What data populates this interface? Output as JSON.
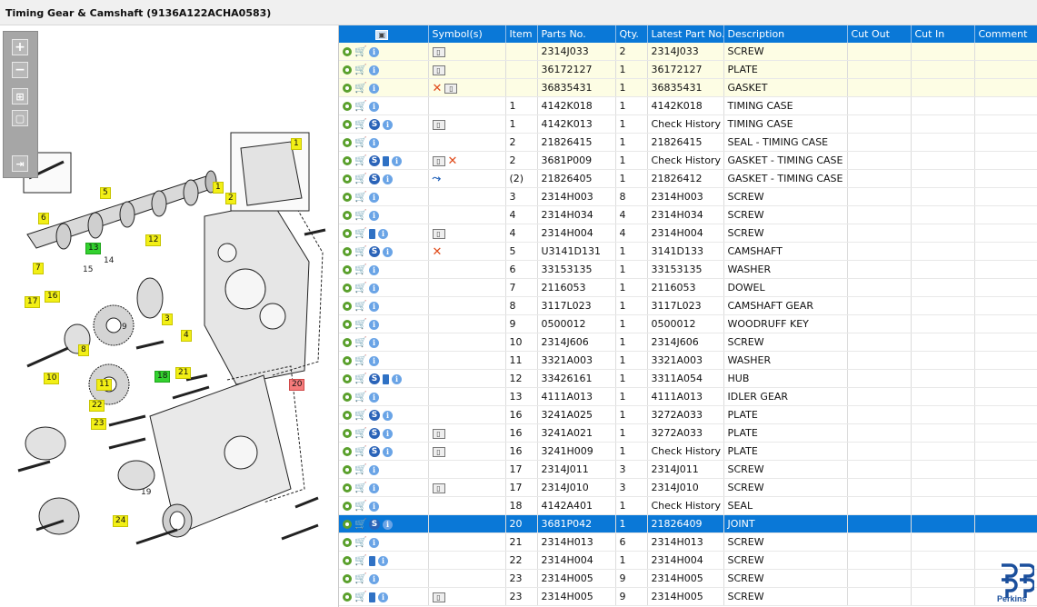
{
  "title": "Timing Gear & Camshaft (9136A122ACHA0583)",
  "toolbar": {
    "zoom_in": "+",
    "zoom_out": "−",
    "fit": "⊞",
    "reset": "▢",
    "export": "⇥"
  },
  "diagram_labels": [
    {
      "text": "1",
      "style": "y"
    },
    {
      "text": "1",
      "style": "y"
    },
    {
      "text": "2",
      "style": "y"
    },
    {
      "text": "3",
      "style": "y"
    },
    {
      "text": "4",
      "style": "y"
    },
    {
      "text": "5",
      "style": "y"
    },
    {
      "text": "6",
      "style": "y"
    },
    {
      "text": "7",
      "style": "y"
    },
    {
      "text": "8",
      "style": "y"
    },
    {
      "text": "9",
      "style": "y"
    },
    {
      "text": "10",
      "style": "y"
    },
    {
      "text": "11",
      "style": "y"
    },
    {
      "text": "12",
      "style": "y"
    },
    {
      "text": "13",
      "style": "g"
    },
    {
      "text": "14",
      "style": "n"
    },
    {
      "text": "15",
      "style": "n"
    },
    {
      "text": "16",
      "style": "y"
    },
    {
      "text": "17",
      "style": "y"
    },
    {
      "text": "18",
      "style": "g"
    },
    {
      "text": "19",
      "style": "n"
    },
    {
      "text": "20",
      "style": "r"
    },
    {
      "text": "21",
      "style": "y"
    },
    {
      "text": "22",
      "style": "y"
    },
    {
      "text": "23",
      "style": "y"
    },
    {
      "text": "24",
      "style": "y"
    }
  ],
  "columns": [
    "",
    "Symbol(s)",
    "Item",
    "Parts No.",
    "Qty.",
    "Latest Part No.",
    "Description",
    "Cut Out",
    "Cut In",
    "Comment"
  ],
  "rows": [
    {
      "hl": true,
      "sel": false,
      "icons": "g c i",
      "sym": "d",
      "item": "",
      "part": "2314J033",
      "qty": "2",
      "latest": "2314J033",
      "desc": "SCREW"
    },
    {
      "hl": true,
      "sel": false,
      "icons": "g c i",
      "sym": "d",
      "item": "",
      "part": "36172127",
      "qty": "1",
      "latest": "36172127",
      "desc": "PLATE"
    },
    {
      "hl": true,
      "sel": false,
      "icons": "g c i",
      "sym": "x d",
      "item": "",
      "part": "36835431",
      "qty": "1",
      "latest": "36835431",
      "desc": "GASKET"
    },
    {
      "hl": false,
      "sel": false,
      "icons": "g c i",
      "sym": "",
      "item": "1",
      "part": "4142K018",
      "qty": "1",
      "latest": "4142K018",
      "desc": "TIMING CASE"
    },
    {
      "hl": false,
      "sel": false,
      "icons": "g c s i",
      "sym": "d",
      "item": "1",
      "part": "4142K013",
      "qty": "1",
      "latest": "Check History",
      "desc": "TIMING CASE"
    },
    {
      "hl": false,
      "sel": false,
      "icons": "g c i",
      "sym": "",
      "item": "2",
      "part": "21826415",
      "qty": "1",
      "latest": "21826415",
      "desc": "SEAL - TIMING CASE"
    },
    {
      "hl": false,
      "sel": false,
      "icons": "g c s b i",
      "sym": "d x",
      "item": "2",
      "part": "3681P009",
      "qty": "1",
      "latest": "Check History",
      "desc": "GASKET - TIMING CASE"
    },
    {
      "hl": false,
      "sel": false,
      "icons": "g c s i",
      "sym": "a",
      "item": "(2)",
      "part": "21826405",
      "qty": "1",
      "latest": "21826412",
      "desc": "GASKET - TIMING CASE"
    },
    {
      "hl": false,
      "sel": false,
      "icons": "g c i",
      "sym": "",
      "item": "3",
      "part": "2314H003",
      "qty": "8",
      "latest": "2314H003",
      "desc": "SCREW"
    },
    {
      "hl": false,
      "sel": false,
      "icons": "g c i",
      "sym": "",
      "item": "4",
      "part": "2314H034",
      "qty": "4",
      "latest": "2314H034",
      "desc": "SCREW"
    },
    {
      "hl": false,
      "sel": false,
      "icons": "g c b i",
      "sym": "d",
      "item": "4",
      "part": "2314H004",
      "qty": "4",
      "latest": "2314H004",
      "desc": "SCREW"
    },
    {
      "hl": false,
      "sel": false,
      "icons": "g c s i",
      "sym": "x",
      "item": "5",
      "part": "U3141D131",
      "qty": "1",
      "latest": "3141D133",
      "desc": "CAMSHAFT"
    },
    {
      "hl": false,
      "sel": false,
      "icons": "g c i",
      "sym": "",
      "item": "6",
      "part": "33153135",
      "qty": "1",
      "latest": "33153135",
      "desc": "WASHER"
    },
    {
      "hl": false,
      "sel": false,
      "icons": "g c i",
      "sym": "",
      "item": "7",
      "part": "2116053",
      "qty": "1",
      "latest": "2116053",
      "desc": "DOWEL"
    },
    {
      "hl": false,
      "sel": false,
      "icons": "g c i",
      "sym": "",
      "item": "8",
      "part": "3117L023",
      "qty": "1",
      "latest": "3117L023",
      "desc": "CAMSHAFT GEAR"
    },
    {
      "hl": false,
      "sel": false,
      "icons": "g c i",
      "sym": "",
      "item": "9",
      "part": "0500012",
      "qty": "1",
      "latest": "0500012",
      "desc": "WOODRUFF KEY"
    },
    {
      "hl": false,
      "sel": false,
      "icons": "g c i",
      "sym": "",
      "item": "10",
      "part": "2314J606",
      "qty": "1",
      "latest": "2314J606",
      "desc": "SCREW"
    },
    {
      "hl": false,
      "sel": false,
      "icons": "g c i",
      "sym": "",
      "item": "11",
      "part": "3321A003",
      "qty": "1",
      "latest": "3321A003",
      "desc": "WASHER"
    },
    {
      "hl": false,
      "sel": false,
      "icons": "g c s b i",
      "sym": "",
      "item": "12",
      "part": "33426161",
      "qty": "1",
      "latest": "3311A054",
      "desc": "HUB"
    },
    {
      "hl": false,
      "sel": false,
      "icons": "G c i",
      "sym": "",
      "item": "13",
      "part": "4111A013",
      "qty": "1",
      "latest": "4111A013",
      "desc": "IDLER GEAR"
    },
    {
      "hl": false,
      "sel": false,
      "icons": "g c s i",
      "sym": "",
      "item": "16",
      "part": "3241A025",
      "qty": "1",
      "latest": "3272A033",
      "desc": "PLATE"
    },
    {
      "hl": false,
      "sel": false,
      "icons": "g c s i",
      "sym": "d",
      "item": "16",
      "part": "3241A021",
      "qty": "1",
      "latest": "3272A033",
      "desc": "PLATE"
    },
    {
      "hl": false,
      "sel": false,
      "icons": "g c s i",
      "sym": "d",
      "item": "16",
      "part": "3241H009",
      "qty": "1",
      "latest": "Check History",
      "desc": "PLATE"
    },
    {
      "hl": false,
      "sel": false,
      "icons": "g c i",
      "sym": "",
      "item": "17",
      "part": "2314J011",
      "qty": "3",
      "latest": "2314J011",
      "desc": "SCREW"
    },
    {
      "hl": false,
      "sel": false,
      "icons": "g c i",
      "sym": "d",
      "item": "17",
      "part": "2314J010",
      "qty": "3",
      "latest": "2314J010",
      "desc": "SCREW"
    },
    {
      "hl": false,
      "sel": false,
      "icons": "G c i",
      "sym": "",
      "item": "18",
      "part": "4142A401",
      "qty": "1",
      "latest": "Check History",
      "desc": "SEAL"
    },
    {
      "hl": false,
      "sel": true,
      "icons": "g c s i",
      "sym": "",
      "item": "20",
      "part": "3681P042",
      "qty": "1",
      "latest": "21826409",
      "desc": "JOINT"
    },
    {
      "hl": false,
      "sel": false,
      "icons": "g c i",
      "sym": "",
      "item": "21",
      "part": "2314H013",
      "qty": "6",
      "latest": "2314H013",
      "desc": "SCREW"
    },
    {
      "hl": false,
      "sel": false,
      "icons": "g c b i",
      "sym": "",
      "item": "22",
      "part": "2314H004",
      "qty": "1",
      "latest": "2314H004",
      "desc": "SCREW"
    },
    {
      "hl": false,
      "sel": false,
      "icons": "g c i",
      "sym": "",
      "item": "23",
      "part": "2314H005",
      "qty": "9",
      "latest": "2314H005",
      "desc": "SCREW"
    },
    {
      "hl": false,
      "sel": false,
      "icons": "g c b i",
      "sym": "d",
      "item": "23",
      "part": "2314H005",
      "qty": "9",
      "latest": "2314H005",
      "desc": "SCREW"
    }
  ],
  "brand": "Perkins"
}
